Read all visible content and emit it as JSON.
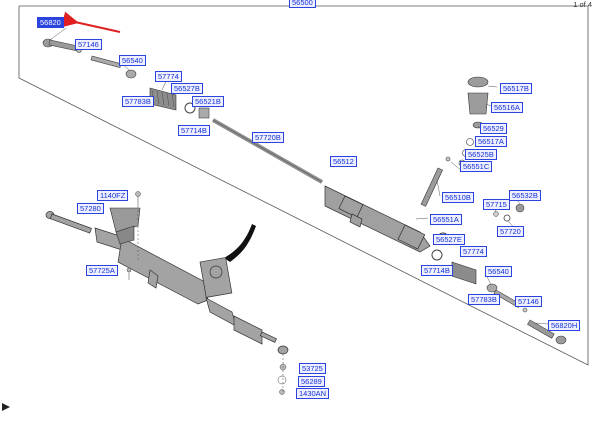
{
  "diagram": {
    "assembly_code": "56500",
    "page_indicator": "1 of 4",
    "colors": {
      "callout_text": "#1530d8",
      "callout_border": "#2b44e0",
      "selected_bg": "#2b44e0",
      "arrow": "#e02020",
      "line": "#333333"
    },
    "callouts": {
      "c56820_tl": "56820",
      "c57146_tl": "57146",
      "c56540_tl": "56540",
      "c57774_tl": "57774",
      "c56527B_tl": "56527B",
      "c57783B_tl": "57783B",
      "c56521B_tl": "56521B",
      "c57714B_tl": "57714B",
      "c57720B": "57720B",
      "c56512": "56512",
      "c56517B": "56517B",
      "c56516A": "56516A",
      "c56529": "56529",
      "c56517A": "56517A",
      "c56525B": "56525B",
      "c56551C": "56551C",
      "c56510B": "56510B",
      "c56532B": "56532B",
      "c57715": "57715",
      "c56551A": "56551A",
      "c57720": "57720",
      "c56527E": "56527E",
      "c57774_r": "57774",
      "c57714B_r": "57714B",
      "c56540_r": "56540",
      "c57783B_r": "57783B",
      "c57146_r": "57146",
      "c56820H": "56820H",
      "c1140FZ": "1140FZ",
      "c57280": "57280",
      "c57725A": "57725A",
      "c53725": "53725",
      "c56289": "56289",
      "c1430AN": "1430AN"
    }
  }
}
